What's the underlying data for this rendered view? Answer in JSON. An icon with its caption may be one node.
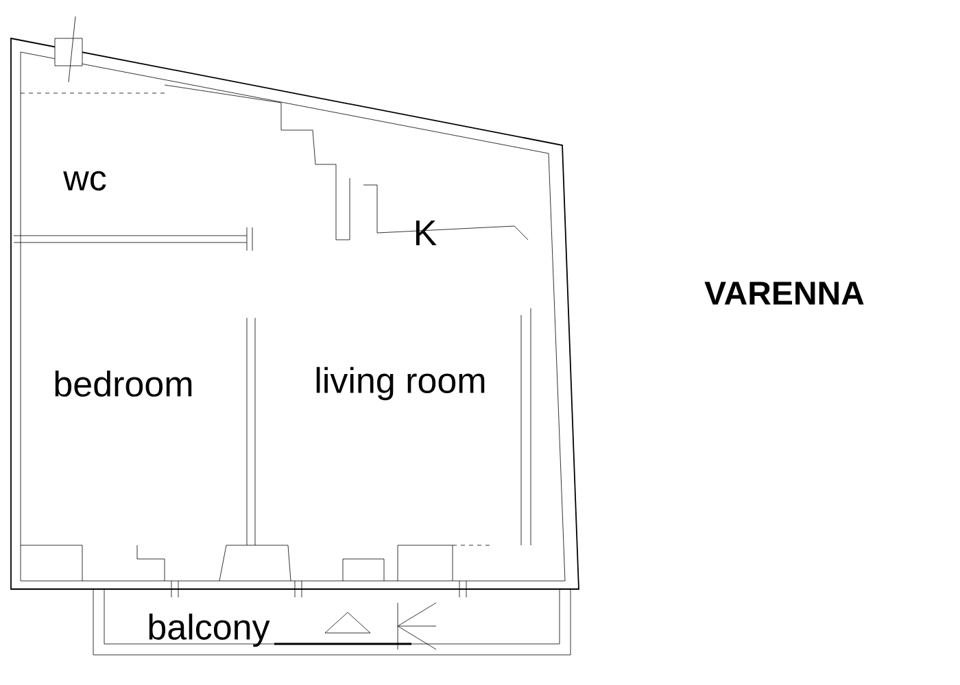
{
  "diagram": {
    "title": "VARENNA",
    "labels": [
      "wc",
      "K",
      "bedroom",
      "living room",
      "balcony"
    ]
  }
}
